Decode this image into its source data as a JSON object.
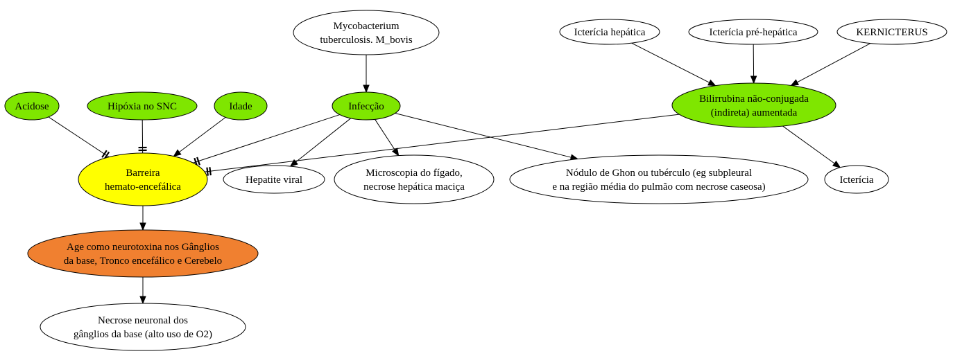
{
  "colors": {
    "white": "#ffffff",
    "green": "#7fe600",
    "yellow": "#ffff00",
    "orange": "#f08030"
  },
  "nodes": {
    "mycobacterium": {
      "lines": [
        "Mycobacterium",
        "tuberculosis. M_bovis"
      ],
      "fill": "white"
    },
    "ict_hepatica": {
      "lines": [
        "Icterícia hepática"
      ],
      "fill": "white"
    },
    "ict_prehepatica": {
      "lines": [
        "Icterícia pré-hepática"
      ],
      "fill": "white"
    },
    "kernicterus": {
      "lines": [
        "KERNICTERUS"
      ],
      "fill": "white"
    },
    "acidose": {
      "lines": [
        "Acidose"
      ],
      "fill": "green"
    },
    "hipoxia": {
      "lines": [
        "Hipóxia no SNC"
      ],
      "fill": "green"
    },
    "idade": {
      "lines": [
        "Idade"
      ],
      "fill": "green"
    },
    "infeccao": {
      "lines": [
        "Infecção"
      ],
      "fill": "green"
    },
    "bilirrubina": {
      "lines": [
        "Bilirrubina não-conjugada",
        "(indireta) aumentada"
      ],
      "fill": "green"
    },
    "barreira": {
      "lines": [
        "Barreira",
        "hemato-encefálica"
      ],
      "fill": "yellow"
    },
    "hepatite": {
      "lines": [
        "Hepatite viral"
      ],
      "fill": "white"
    },
    "microscopia": {
      "lines": [
        "Microscopia do fígado,",
        "necrose hepática maciça"
      ],
      "fill": "white"
    },
    "nodulo": {
      "lines": [
        "Nódulo de Ghon ou tubérculo (eg subpleural",
        "e na região média do pulmão com necrose caseosa)"
      ],
      "fill": "white"
    },
    "ictericia": {
      "lines": [
        "Icterícia"
      ],
      "fill": "white"
    },
    "neurotoxina": {
      "lines": [
        "Age como neurotoxina nos Gânglios",
        "da base, Tronco encefálico e Cerebelo"
      ],
      "fill": "orange"
    },
    "necrose": {
      "lines": [
        "Necrose neuronal dos",
        "gânglios da base (alto uso de O2)"
      ],
      "fill": "white"
    }
  },
  "edges": [
    {
      "from": "mycobacterium",
      "to": "infeccao",
      "type": "arrow"
    },
    {
      "from": "ict_hepatica",
      "to": "bilirrubina",
      "type": "arrow"
    },
    {
      "from": "ict_prehepatica",
      "to": "bilirrubina",
      "type": "arrow"
    },
    {
      "from": "kernicterus",
      "to": "bilirrubina",
      "type": "arrow"
    },
    {
      "from": "acidose",
      "to": "barreira",
      "type": "tee"
    },
    {
      "from": "hipoxia",
      "to": "barreira",
      "type": "tee"
    },
    {
      "from": "idade",
      "to": "barreira",
      "type": "arrow"
    },
    {
      "from": "infeccao",
      "to": "barreira",
      "type": "tee"
    },
    {
      "from": "bilirrubina",
      "to": "barreira",
      "type": "tee"
    },
    {
      "from": "infeccao",
      "to": "hepatite",
      "type": "arrow"
    },
    {
      "from": "infeccao",
      "to": "microscopia",
      "type": "arrow"
    },
    {
      "from": "infeccao",
      "to": "nodulo",
      "type": "arrow"
    },
    {
      "from": "bilirrubina",
      "to": "ictericia",
      "type": "arrow"
    },
    {
      "from": "barreira",
      "to": "neurotoxina",
      "type": "arrow"
    },
    {
      "from": "neurotoxina",
      "to": "necrose",
      "type": "arrow"
    }
  ]
}
